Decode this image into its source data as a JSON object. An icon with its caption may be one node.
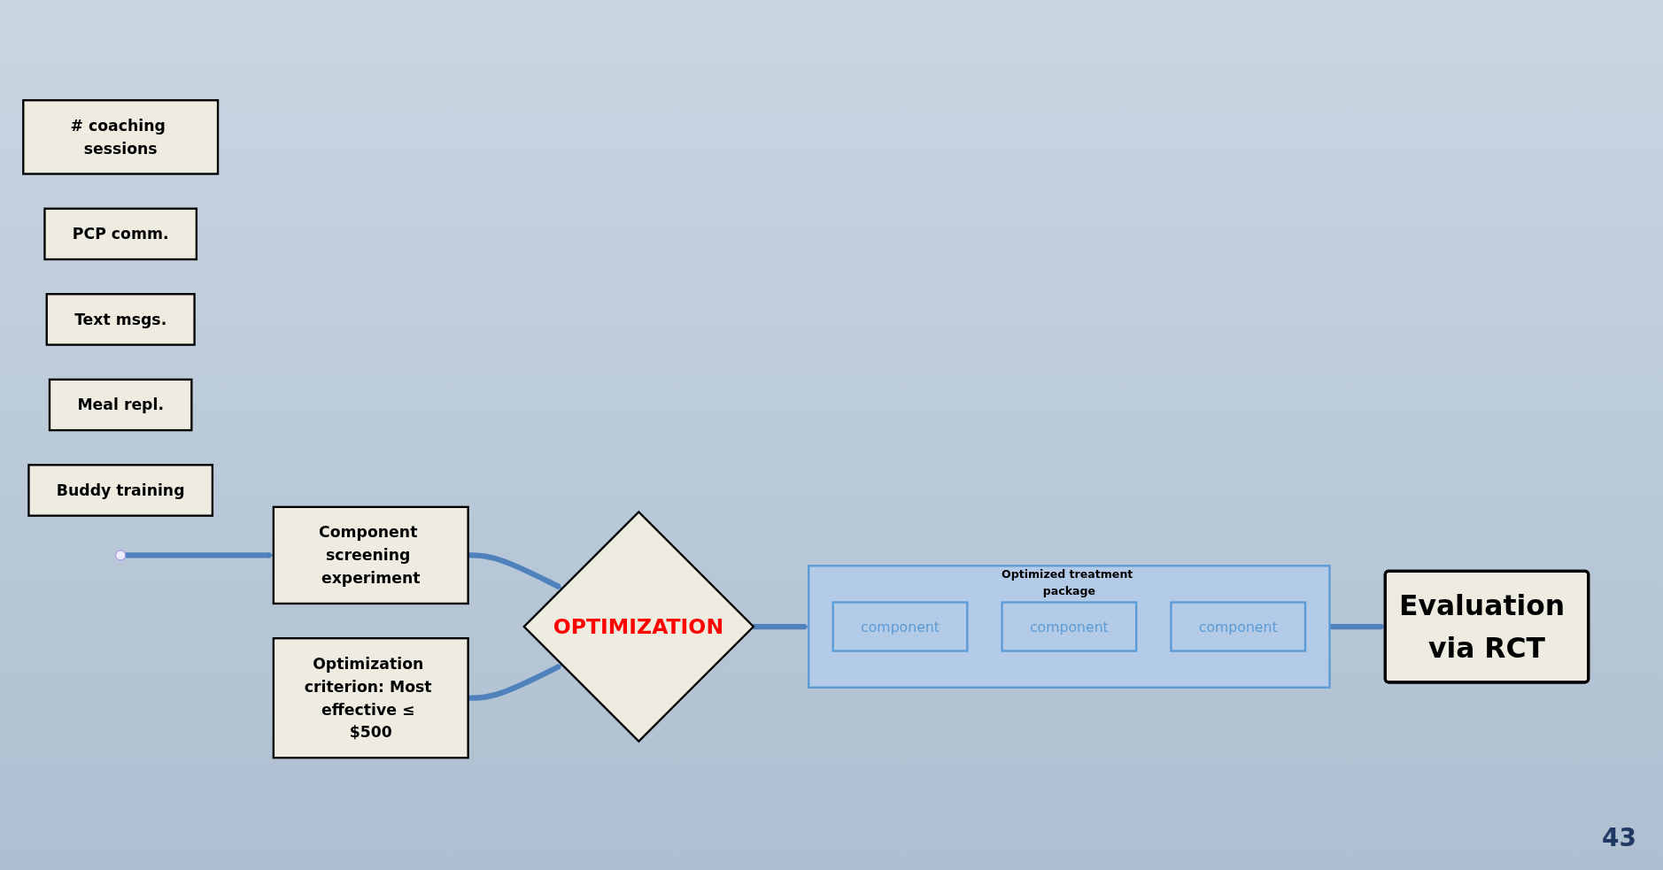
{
  "diagram": {
    "nodes": [
      {
        "text": [
          "# coaching sessions"
        ]
      },
      {
        "text": [
          "PCP comm."
        ]
      },
      {
        "text": [
          "Text msgs."
        ]
      },
      {
        "text": [
          "Meal repl."
        ]
      },
      {
        "text": [
          "Buddy training"
        ]
      },
      {
        "text": [
          "Component screening experiment"
        ]
      },
      {
        "text": [
          "Optimization criterion: Most effective ≤ $500"
        ]
      },
      {
        "text": [
          "OPTIMIZATION"
        ]
      },
      {
        "text": [
          "Optimized treatment package"
        ]
      },
      {
        "text": [
          "component"
        ],
        "in": 8
      },
      {
        "text": [
          "component"
        ],
        "in": 8
      },
      {
        "text": [
          "component"
        ],
        "in": 8
      },
      {
        "text": [
          "Evaluation via RCT"
        ]
      }
    ],
    "edges": [
      {
        "from": null,
        "to": 5,
        "arrow": "to"
      },
      {
        "from": 5,
        "to": 7,
        "arrow": "to"
      },
      {
        "from": 6,
        "to": 7,
        "arrow": "to"
      },
      {
        "from": 7,
        "to": 8,
        "arrow": "to"
      },
      {
        "from": 8,
        "to": 12,
        "arrow": "to"
      }
    ],
    "labels": [
      "43"
    ]
  }
}
